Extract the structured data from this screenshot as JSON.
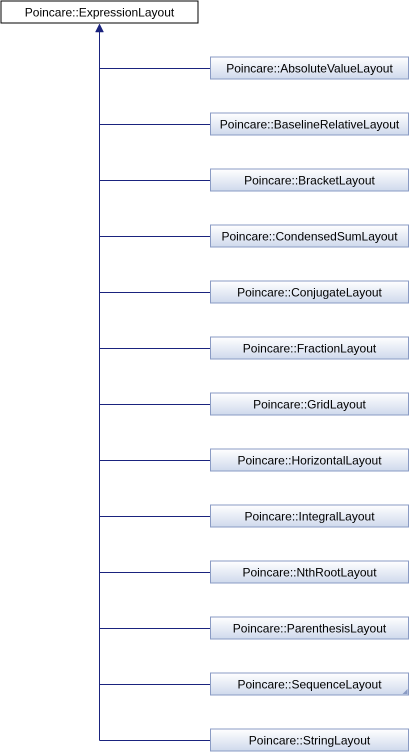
{
  "diagram": {
    "type": "class-inheritance",
    "base_class": {
      "label": "Poincare::ExpressionLayout"
    },
    "derived_classes": [
      {
        "label": "Poincare::AbsoluteValueLayout",
        "has_more_indicator": false
      },
      {
        "label": "Poincare::BaselineRelativeLayout",
        "has_more_indicator": false
      },
      {
        "label": "Poincare::BracketLayout",
        "has_more_indicator": false
      },
      {
        "label": "Poincare::CondensedSumLayout",
        "has_more_indicator": false
      },
      {
        "label": "Poincare::ConjugateLayout",
        "has_more_indicator": false
      },
      {
        "label": "Poincare::FractionLayout",
        "has_more_indicator": false
      },
      {
        "label": "Poincare::GridLayout",
        "has_more_indicator": false
      },
      {
        "label": "Poincare::HorizontalLayout",
        "has_more_indicator": false
      },
      {
        "label": "Poincare::IntegralLayout",
        "has_more_indicator": false
      },
      {
        "label": "Poincare::NthRootLayout",
        "has_more_indicator": false
      },
      {
        "label": "Poincare::ParenthesisLayout",
        "has_more_indicator": false
      },
      {
        "label": "Poincare::SequenceLayout",
        "has_more_indicator": true
      },
      {
        "label": "Poincare::StringLayout",
        "has_more_indicator": false
      }
    ],
    "colors": {
      "edge": "#1a237e",
      "base_fill": "#ffffff",
      "base_border": "#000000",
      "derived_fill_top": "#ffffff",
      "derived_fill_bottom": "#cfd9ec",
      "derived_border": "#8a9bc4",
      "text": "#000000"
    }
  }
}
